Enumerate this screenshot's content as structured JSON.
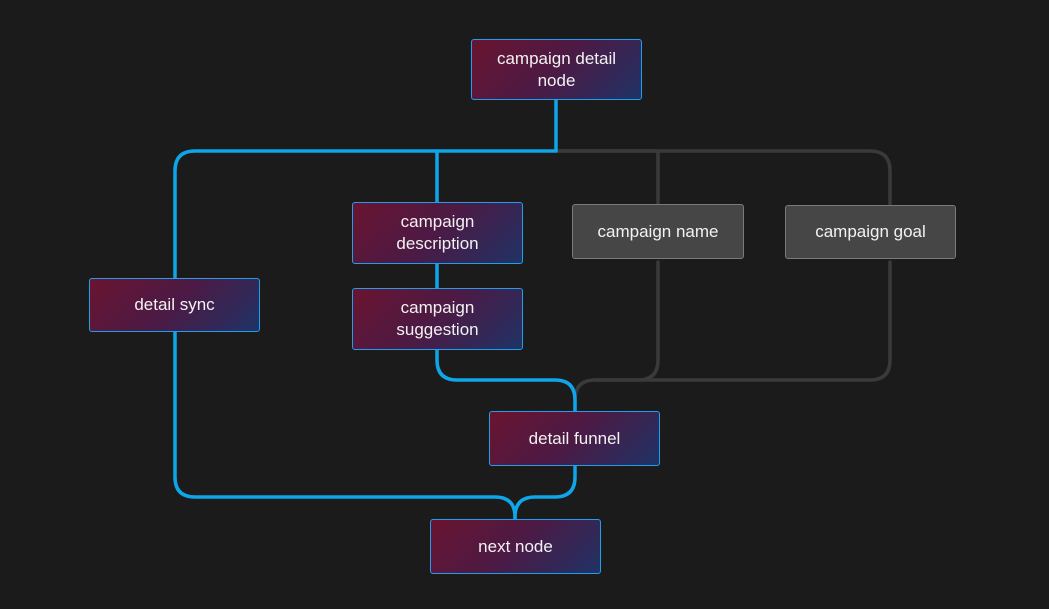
{
  "colors": {
    "background": "#1b1b1b",
    "active_edge": "#0ea5e9",
    "inactive_edge": "#3a3a3a",
    "active_border": "#1ea0ee",
    "inactive_fill": "#464646"
  },
  "nodes": {
    "campaign_detail_node": {
      "label": "campaign detail\nnode",
      "state": "active"
    },
    "detail_sync": {
      "label": "detail sync",
      "state": "active"
    },
    "campaign_description": {
      "label": "campaign\ndescription",
      "state": "active"
    },
    "campaign_suggestion": {
      "label": "campaign\nsuggestion",
      "state": "active"
    },
    "campaign_name": {
      "label": "campaign name",
      "state": "inactive"
    },
    "campaign_goal": {
      "label": "campaign goal",
      "state": "inactive"
    },
    "detail_funnel": {
      "label": "detail funnel",
      "state": "active"
    },
    "next_node": {
      "label": "next node",
      "state": "active"
    }
  },
  "edges": [
    {
      "from": "campaign_detail_node",
      "to": "detail_sync",
      "state": "active"
    },
    {
      "from": "campaign_detail_node",
      "to": "campaign_description",
      "state": "active"
    },
    {
      "from": "campaign_detail_node",
      "to": "campaign_name",
      "state": "inactive"
    },
    {
      "from": "campaign_detail_node",
      "to": "campaign_goal",
      "state": "inactive"
    },
    {
      "from": "campaign_description",
      "to": "campaign_suggestion",
      "state": "active"
    },
    {
      "from": "campaign_suggestion",
      "to": "detail_funnel",
      "state": "active"
    },
    {
      "from": "campaign_name",
      "to": "detail_funnel",
      "state": "inactive"
    },
    {
      "from": "campaign_goal",
      "to": "detail_funnel",
      "state": "inactive"
    },
    {
      "from": "detail_sync",
      "to": "next_node",
      "state": "active"
    },
    {
      "from": "detail_funnel",
      "to": "next_node",
      "state": "active"
    }
  ]
}
